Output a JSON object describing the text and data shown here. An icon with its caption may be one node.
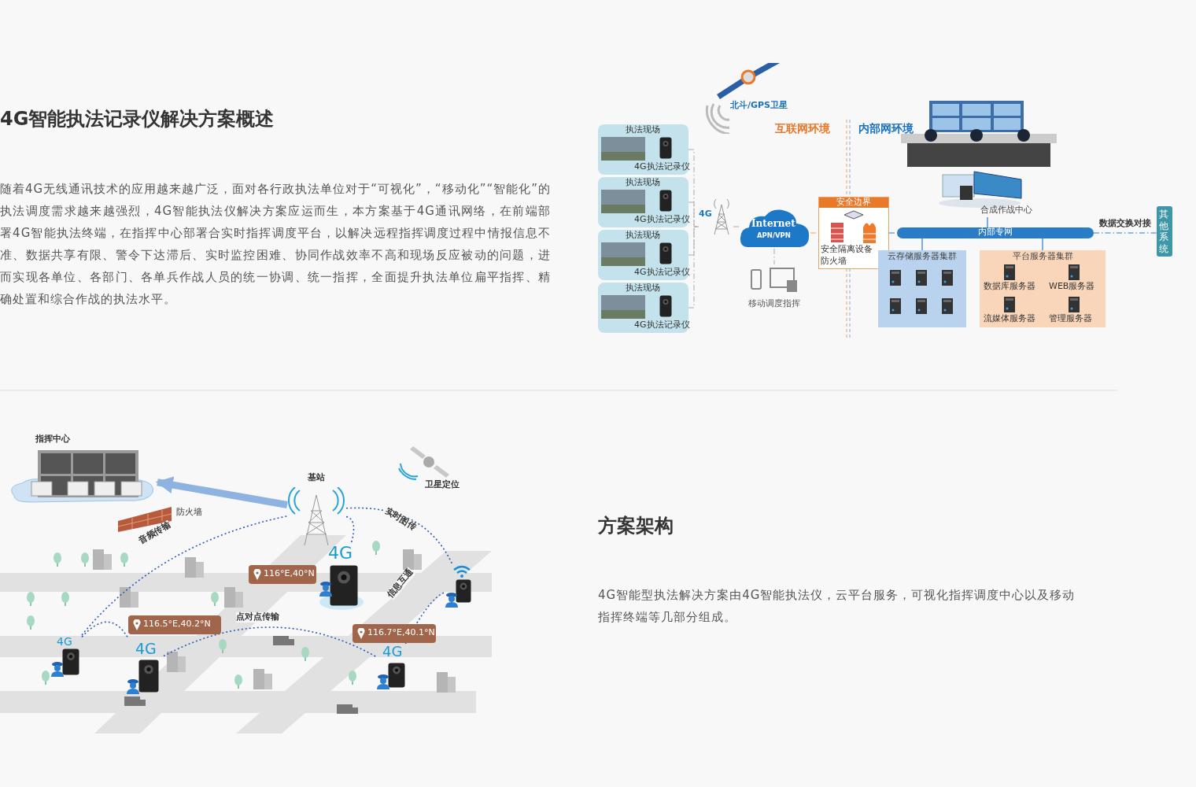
{
  "diagram": {
    "title": "4G智能执法记录仪解决方案概述",
    "nodes": [
      {
        "text": [
          "执法现场",
          "4G执法记录仪"
        ]
      },
      {
        "text": [
          "执法现场",
          "4G执法记录仪"
        ]
      },
      {
        "text": [
          "执法现场",
          "4G执法记录仪"
        ]
      },
      {
        "text": [
          "执法现场",
          "4G执法记录仪"
        ]
      },
      {
        "text": [
          "4G"
        ]
      },
      {
        "text": [
          "Internet",
          "APN/VPN"
        ]
      },
      {
        "text": [
          "移动调度指挥"
        ]
      },
      {
        "text": [
          "安全边界",
          "安全隔离设备",
          "防火墙"
        ]
      },
      {
        "text": [
          "内部专网"
        ]
      },
      {
        "text": [
          "合成作战中心"
        ]
      },
      {
        "text": [
          "其他系统"
        ]
      },
      {
        "text": [
          "云存储服务器集群"
        ]
      },
      {
        "text": [
          "平台服务器集群",
          "数据库服务器",
          "WEB服务器",
          "流媒体服务器",
          "管理服务器"
        ]
      },
      {
        "text": [
          "指挥中心"
        ]
      },
      {
        "text": [
          "防火墙"
        ]
      },
      {
        "text": [
          "基站"
        ]
      },
      {
        "text": [
          "4G"
        ],
        "beside": [
          "116°E,40°N"
        ]
      },
      {
        "text": [
          "4G"
        ]
      },
      {
        "text": [
          "4G"
        ],
        "beside": [
          "116.5°E,40.2°N"
        ]
      },
      {
        "text": [
          "4G"
        ],
        "beside": [
          "116.7°E,40.1°N"
        ]
      },
      {
        "text": [],
        "shape": "picture"
      }
    ],
    "edges": [
      {
        "from": 0,
        "to": 4,
        "arrow": "none",
        "style": "dashed"
      },
      {
        "from": 1,
        "to": 4,
        "arrow": "none",
        "style": "dashed"
      },
      {
        "from": 2,
        "to": 4,
        "arrow": "none",
        "style": "dashed"
      },
      {
        "from": 3,
        "to": 4,
        "arrow": "none",
        "style": "dashed"
      },
      {
        "from": 4,
        "to": 5,
        "arrow": "none",
        "style": "dashed"
      },
      {
        "from": 5,
        "to": 6,
        "arrow": "none",
        "style": "dashed"
      },
      {
        "from": 5,
        "to": 7,
        "arrow": "none",
        "style": "dashed",
        "color": "#f0a060"
      },
      {
        "from": 7,
        "to": 8,
        "arrow": "none",
        "style": "dashed",
        "color": "#2a7cc7"
      },
      {
        "from": 8,
        "to": 9,
        "arrow": "none",
        "color": "#2a7cc7"
      },
      {
        "from": 8,
        "to": 11,
        "arrow": "none",
        "color": "#2a7cc7"
      },
      {
        "from": 8,
        "to": 12,
        "arrow": "none",
        "color": "#2a7cc7"
      },
      {
        "from": 8,
        "to": 10,
        "arrow": "none",
        "style": "dashed",
        "color": "#2a7cc7",
        "label": "数据交换对接"
      },
      {
        "from": 17,
        "to": 15,
        "arrow": "none",
        "style": "dashed",
        "color": "#2a5cb8",
        "label": "音频传输"
      },
      {
        "from": 15,
        "to": 16,
        "arrow": "none",
        "style": "dashed",
        "color": "#2a5cb8"
      },
      {
        "from": 15,
        "to": 20,
        "arrow": "none",
        "style": "dashed",
        "color": "#2a5cb8",
        "label": "实时图传"
      },
      {
        "from": 17,
        "to": 18,
        "arrow": "none",
        "style": "dashed",
        "color": "#2a5cb8"
      },
      {
        "from": 18,
        "to": 19,
        "arrow": "none",
        "style": "dashed",
        "color": "#2a5cb8",
        "label": "点对点传输"
      },
      {
        "from": 19,
        "to": 20,
        "arrow": "none",
        "style": "dashed",
        "color": "#2a5cb8",
        "label": "信息互通"
      },
      {
        "from": 15,
        "to": 13,
        "arrow": "to",
        "style": "thick",
        "color": "#8fb3e0"
      }
    ],
    "labels": [
      "随着4G无线通讯技术的应用越来越广泛，面对各行政执法单位对于“可视化”，“移动化”“智能化”的执法调度需求越来越强烈，4G智能执法仪解决方案应运而生，本方案基于4G通讯网络，在前端部署4G智能执法终端，在指挥中心部署合实时指挥调度平台，以解决远程指挥调度过程中情报信息不准、数据共享有限、警令下达滞后、实时监控困难、协同作战效率不高和现场反应被动的问题，进而实现各单位、各部门、各单兵作战人员的统一协调、统一指挥，全面提升执法单位扁平指挥、精确处置和综合作战的执法水平。",
      "北斗/GPS卫星",
      "互联网环境",
      "内部网环境",
      "卫星定位",
      "方案架构",
      "4G智能型执法解决方案由4G智能执法仪，云平台服务，可视化指挥调度中心以及移动指挥终端等几部分组成。"
    ]
  }
}
